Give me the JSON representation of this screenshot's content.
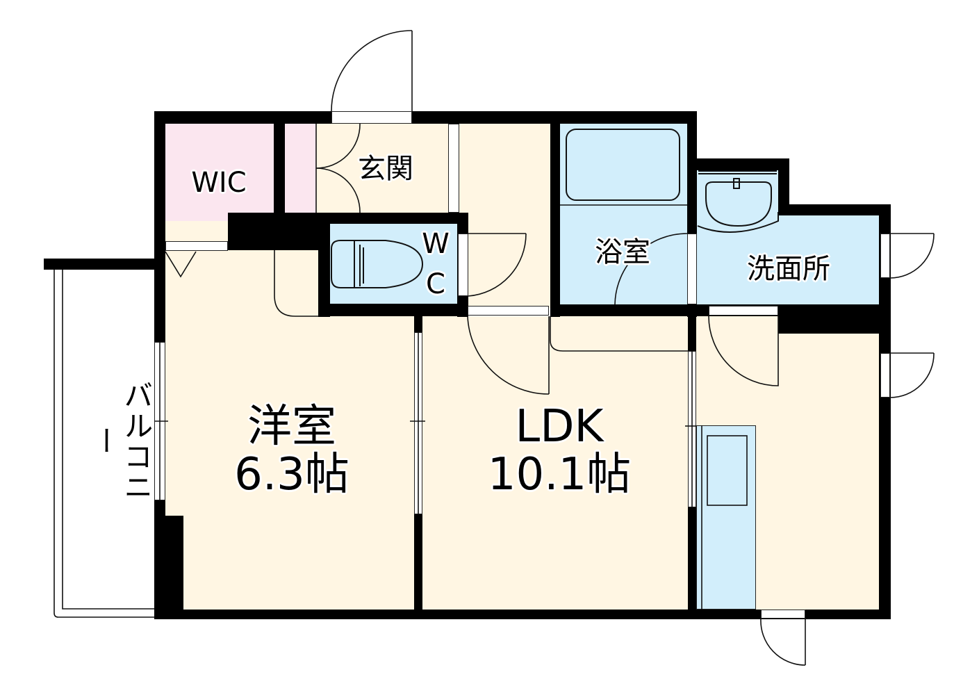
{
  "plan": {
    "type": "floor-plan",
    "layout": "1LDK",
    "colors": {
      "wall": "#000000",
      "living_floor": "#FFF6E3",
      "wet_area": "#D2EEFB",
      "storage": "#FBE6EF",
      "exterior": "#FFFFFF"
    },
    "rooms": {
      "wic": {
        "label": "WIC"
      },
      "entrance": {
        "label": "玄関"
      },
      "wc": {
        "label_line1": "W",
        "label_line2": "C"
      },
      "bathroom": {
        "label": "浴室"
      },
      "washroom": {
        "label": "洗面所"
      },
      "western_room": {
        "label": "洋室",
        "size": "6.3帖"
      },
      "ldk": {
        "label": "LDK",
        "size": "10.1帖"
      },
      "balcony": {
        "label": "バルコニー"
      }
    },
    "fixtures": [
      {
        "name": "bathtub",
        "icon": "bathtub-icon"
      },
      {
        "name": "washbasin",
        "icon": "sink-icon"
      },
      {
        "name": "toilet",
        "icon": "toilet-icon"
      },
      {
        "name": "kitchen counter",
        "icon": "kitchen-counter-icon"
      }
    ]
  }
}
